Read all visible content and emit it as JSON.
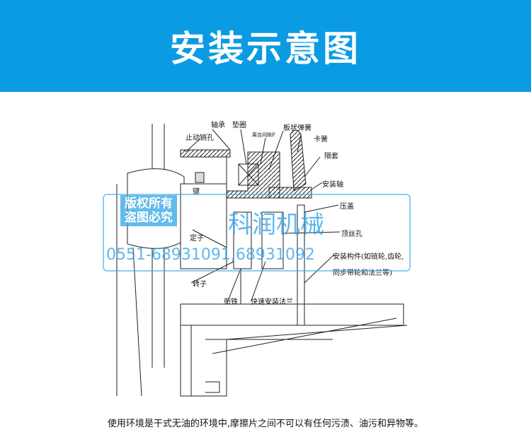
{
  "header": {
    "title": "安装示意图"
  },
  "diagram": {
    "labels": {
      "bearing": "轴承",
      "washer": "垫圈",
      "stop_pin_hole": "止动销孔",
      "gap": "离合间隙P",
      "leaf_spring": "板状弹簧",
      "circlip": "卡簧",
      "spacer": "隔套",
      "mount_shaft": "安装轴",
      "gland": "压盖",
      "key": "键",
      "stator": "定子",
      "set_screw_hole": "顶丝孔",
      "mount_part_1": "安装构件(如链轮,齿轮,",
      "mount_part_2": "同步带轮和法兰等)",
      "rotor": "转子",
      "armature": "衔铁",
      "quick_flange": "快速安装法兰"
    }
  },
  "watermark": {
    "copyright_1": "版权所有",
    "copyright_2": "盗图必究",
    "brand": "科润机械",
    "phone": "0551-68931091,68931092"
  },
  "caption": "使用环境是干式无油的环境中,摩擦片之间不可以有任何污渍、油污和异物等。",
  "colors": {
    "header": "#0b9be3"
  }
}
